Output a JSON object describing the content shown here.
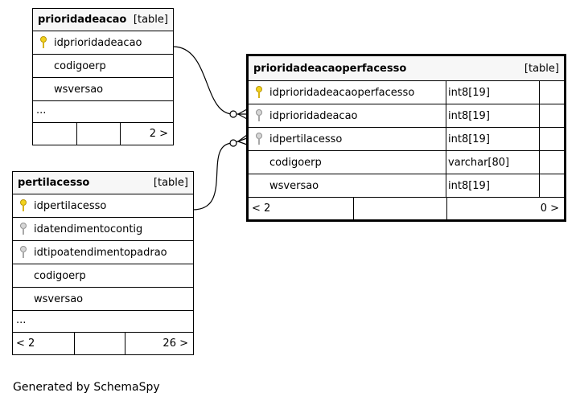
{
  "tables": {
    "prioridadeacao": {
      "name": "prioridadeacao",
      "kind": "[table]",
      "columns": [
        {
          "name": "idprioridadeacao",
          "key": "pk"
        },
        {
          "name": "codigoerp",
          "key": ""
        },
        {
          "name": "wsversao",
          "key": ""
        }
      ],
      "ellipsis": "...",
      "footer_right": "2 >"
    },
    "pertilacesso": {
      "name": "pertilacesso",
      "kind": "[table]",
      "columns": [
        {
          "name": "idpertilacesso",
          "key": "pk"
        },
        {
          "name": "idatendimentocontig",
          "key": "fk"
        },
        {
          "name": "idtipoatendimentopadrao",
          "key": "fk"
        },
        {
          "name": "codigoerp",
          "key": ""
        },
        {
          "name": "wsversao",
          "key": ""
        }
      ],
      "ellipsis": "...",
      "footer_left": "< 2",
      "footer_right": "26 >"
    },
    "prioridadeacaoperfacesso": {
      "name": "prioridadeacaoperfacesso",
      "kind": "[table]",
      "columns": [
        {
          "name": "idprioridadeacaoperfacesso",
          "type": "int8[19]",
          "key": "pk"
        },
        {
          "name": "idprioridadeacao",
          "type": "int8[19]",
          "key": "fk"
        },
        {
          "name": "idpertilacesso",
          "type": "int8[19]",
          "key": "fk"
        },
        {
          "name": "codigoerp",
          "type": "varchar[80]",
          "key": ""
        },
        {
          "name": "wsversao",
          "type": "int8[19]",
          "key": ""
        }
      ],
      "footer_left": "< 2",
      "footer_right": "0 >"
    }
  },
  "colors": {
    "primary_key": "#f2d21b",
    "foreign_key": "#a8a8a8",
    "header_bg": "#f7f7f7"
  },
  "caption": "Generated by SchemaSpy"
}
